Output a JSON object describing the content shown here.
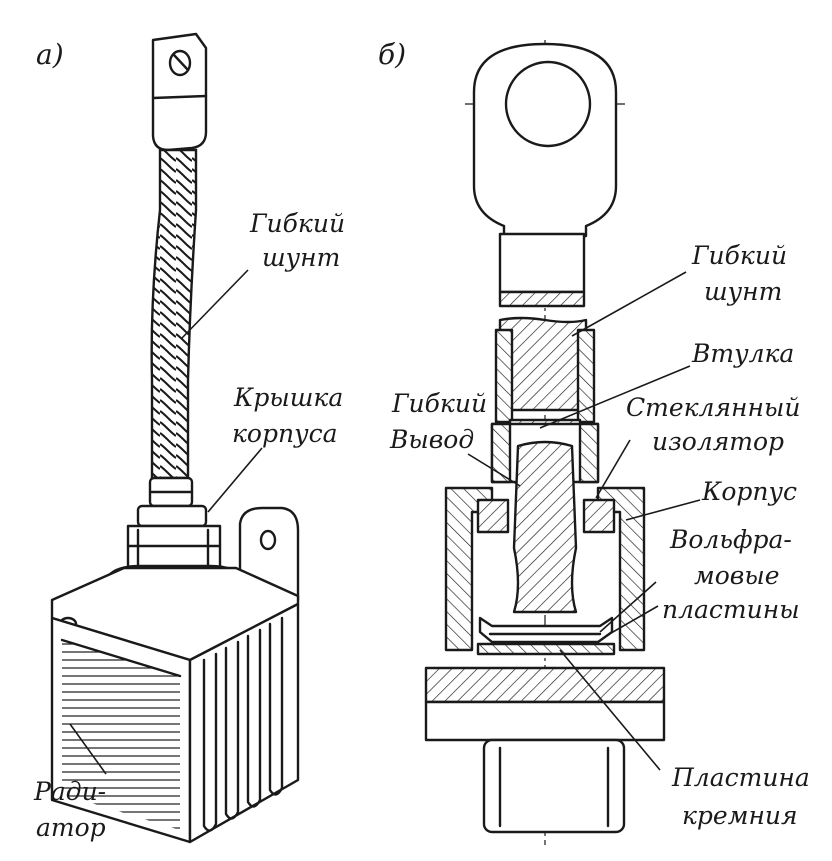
{
  "panels": {
    "a": "а)",
    "b": "б)"
  },
  "labels_a": {
    "shunt_line1": "Гибкий",
    "shunt_line2": "шунт",
    "cover_line1": "Крышка",
    "cover_line2": "корпуса",
    "radiator_line1": "Ради-",
    "radiator_line2": "атор"
  },
  "labels_b": {
    "shunt_line1": "Гибкий",
    "shunt_line2": "шунт",
    "bushing": "Втулка",
    "lead_line1": "Гибкий",
    "lead_line2": "Вывод",
    "insulator_line1": "Стеклянный",
    "insulator_line2": "изолятор",
    "housing": "Корпус",
    "tungsten_line1": "Вольфра-",
    "tungsten_line2": "мовые",
    "tungsten_line3": "пластины",
    "silicon_line1": "Пластина",
    "silicon_line2": "кремния"
  }
}
